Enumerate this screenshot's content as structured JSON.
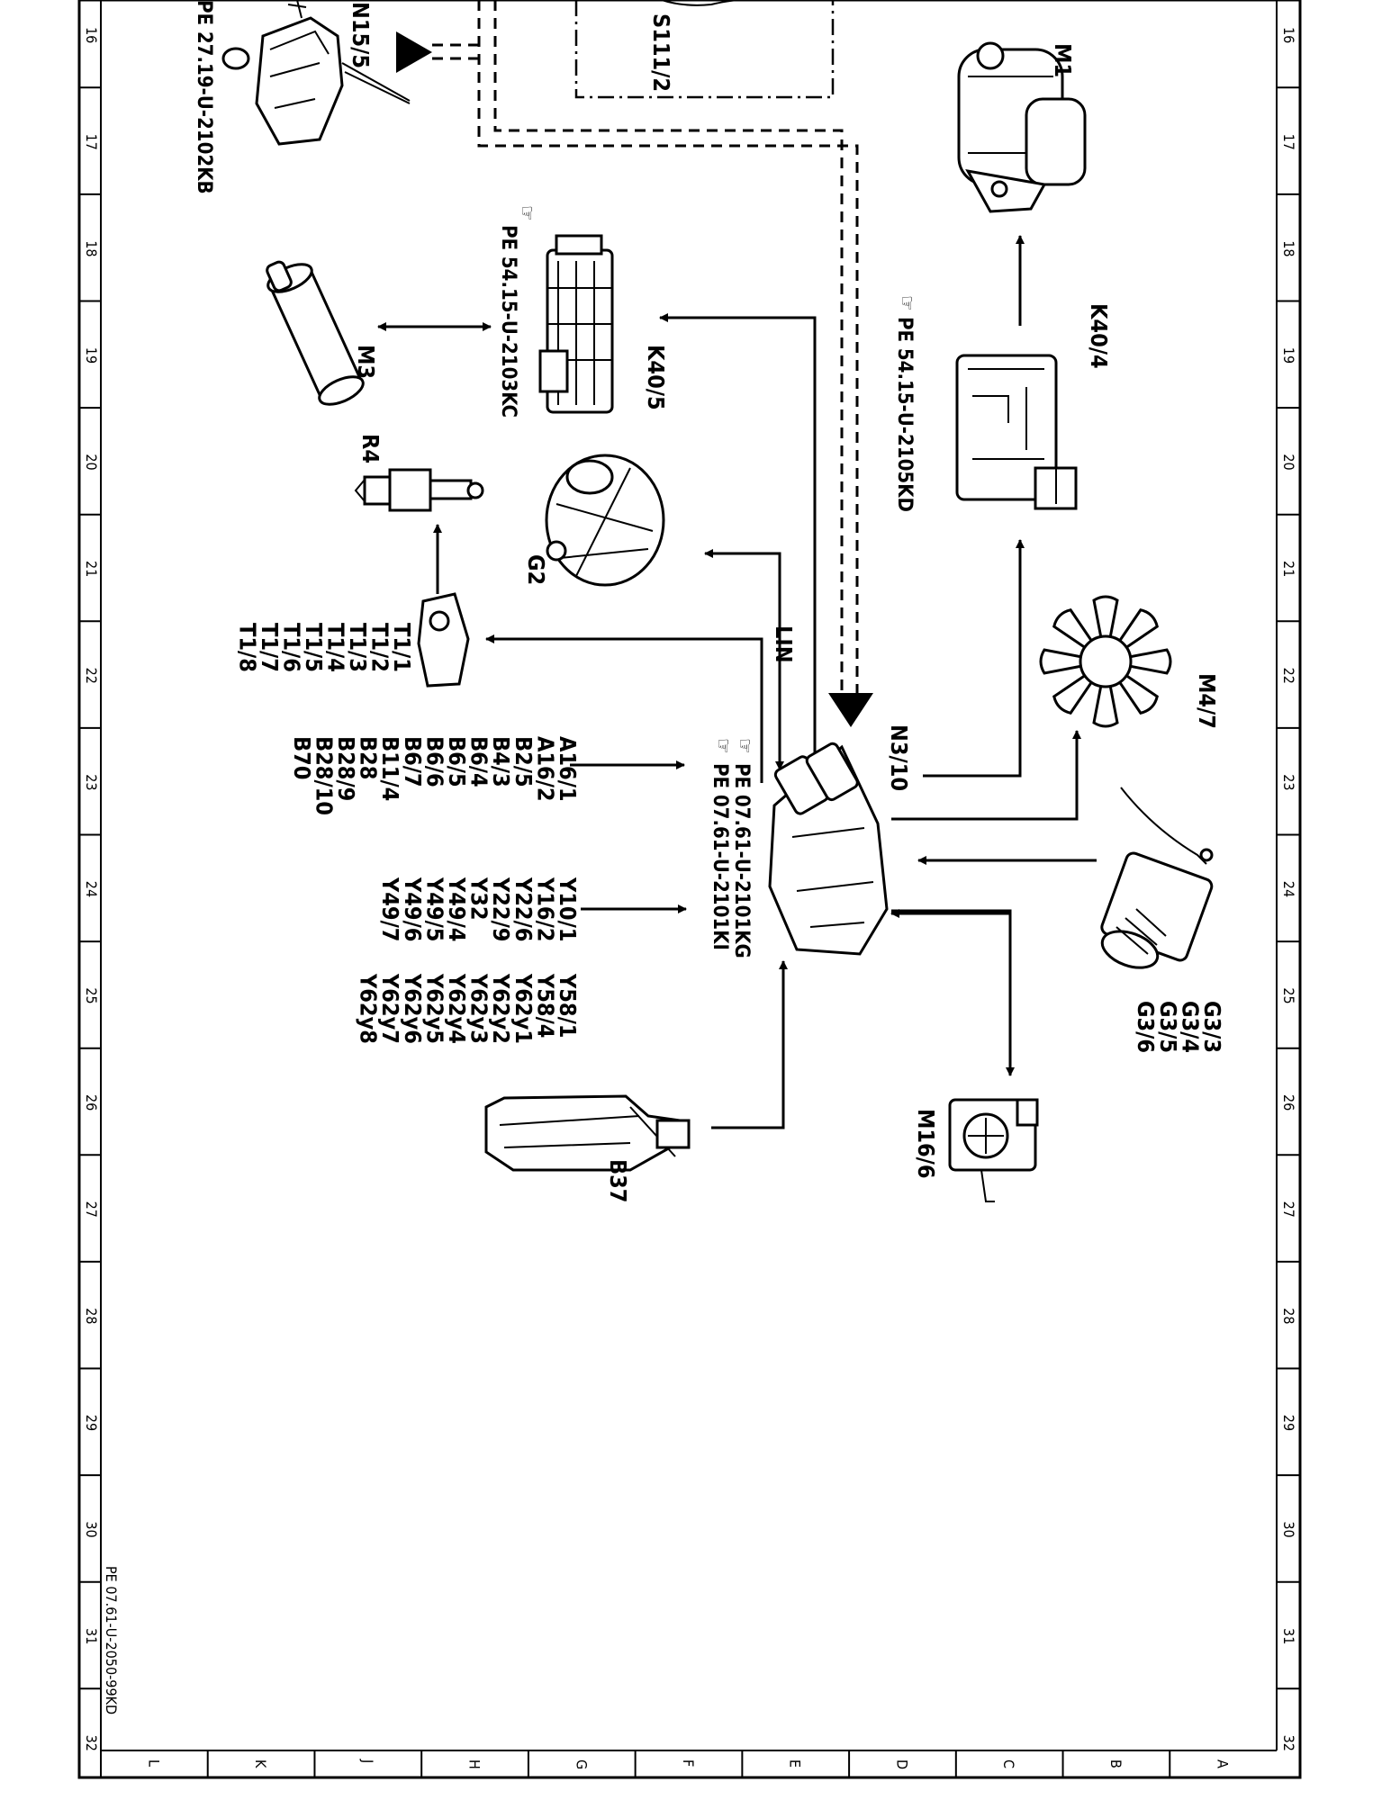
{
  "sheet": {
    "row_numbers": [
      "16",
      "17",
      "18",
      "19",
      "20",
      "21",
      "22",
      "23",
      "24",
      "25",
      "26",
      "27",
      "28",
      "29",
      "30",
      "31",
      "32"
    ],
    "column_letters": [
      "A",
      "B",
      "C",
      "D",
      "E",
      "F",
      "G",
      "H",
      "J",
      "K",
      "L"
    ],
    "footer_ref": "PE 07.61-U-2050-99KD"
  },
  "components": {
    "n15_5": {
      "label": "N15/5",
      "ref": "PE 27.19-U-2102KB"
    },
    "s111_2": {
      "label": "S111/2"
    },
    "m1": {
      "label": "M1"
    },
    "k40_5": {
      "label": "K40/5",
      "ref": "PE 54.15-U-2103KC"
    },
    "m3": {
      "label": "M3"
    },
    "k40_4": {
      "label": "K40/4",
      "ref": "PE 54.15-U-2105KD"
    },
    "r4": {
      "label": "R4"
    },
    "g2": {
      "label": "G2"
    },
    "lin": {
      "label": "LIN"
    },
    "ignition": {
      "labels": [
        "T1/1",
        "T1/2",
        "T1/3",
        "T1/4",
        "T1/5",
        "T1/6",
        "T1/7",
        "T1/8"
      ]
    },
    "m4_7": {
      "label": "M4/7"
    },
    "n3_10": {
      "label": "N3/10",
      "refs": [
        "PE 07.61-U-2101KG",
        "PE 07.61-U-2101KI"
      ]
    },
    "sensors_a": {
      "labels": [
        "A16/1",
        "A16/2",
        "B2/5",
        "B4/3",
        "B6/4",
        "B6/5",
        "B6/6",
        "B6/7",
        "B11/4",
        "B28",
        "B28/9",
        "B28/10",
        "B70"
      ]
    },
    "valves_y1": {
      "labels": [
        "Y10/1",
        "Y16/2",
        "Y22/6",
        "Y22/9",
        "Y32",
        "Y49/4",
        "Y49/5",
        "Y49/6",
        "Y49/7"
      ]
    },
    "valves_y2": {
      "labels": [
        "Y58/1",
        "Y58/4",
        "Y62y1",
        "Y62y2",
        "Y62y3",
        "Y62y4",
        "Y62y5",
        "Y62y6",
        "Y62y7",
        "Y62y8"
      ]
    },
    "g3": {
      "labels": [
        "G3/3",
        "G3/4",
        "G3/5",
        "G3/6"
      ]
    },
    "m16_6": {
      "label": "M16/6"
    },
    "b37": {
      "label": "B37"
    }
  },
  "icons": [
    "pointing-hand-icon"
  ]
}
